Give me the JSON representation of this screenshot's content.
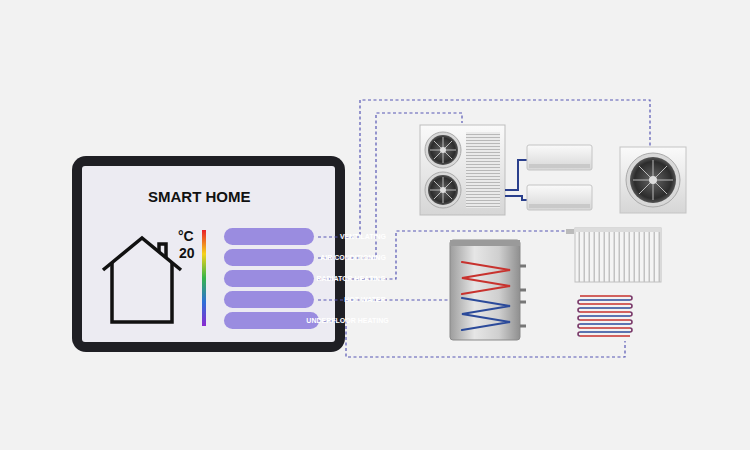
{
  "diagram": {
    "nodes": [
      {
        "text": [
          "SMART HOME"
        ]
      },
      {
        "text": [
          "VENTILATING"
        ],
        "in": 0
      },
      {
        "text": [
          "AIR CONDITIONING"
        ],
        "in": 0
      },
      {
        "text": [
          "RADIATOR HEATING"
        ],
        "in": 0
      },
      {
        "text": [
          "HOT WATER"
        ],
        "in": 0
      },
      {
        "text": [
          "UNDERFLOOR HEATING"
        ],
        "in": 0
      }
    ],
    "labels": [
      "°C",
      "20"
    ]
  }
}
